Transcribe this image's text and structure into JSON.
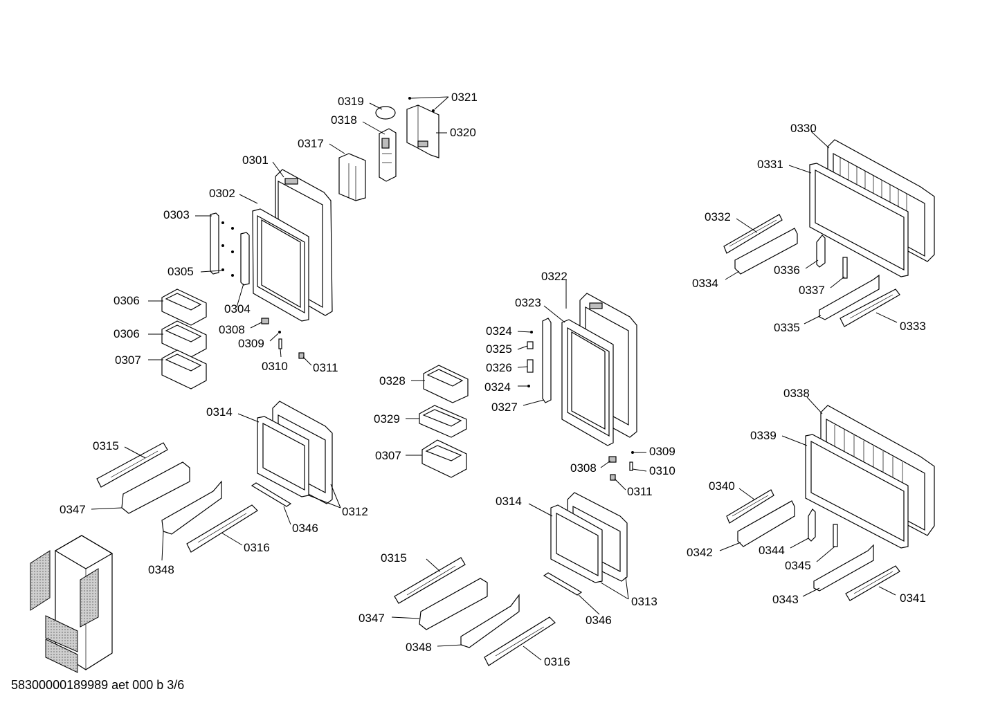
{
  "footer_text": "58300000189989 aet 000 b 3/6",
  "labels": {
    "l0319": "0319",
    "l0321": "0321",
    "l0318": "0318",
    "l0320": "0320",
    "l0317": "0317",
    "l0301": "0301",
    "l0302": "0302",
    "l0303": "0303",
    "l0305": "0305",
    "l0304": "0304",
    "l0306a": "0306",
    "l0306b": "0306",
    "l0307a": "0307",
    "l0308a": "0308",
    "l0309a": "0309",
    "l0310a": "0310",
    "l0311a": "0311",
    "l0314a": "0314",
    "l0315a": "0315",
    "l0347a": "0347",
    "l0348a": "0348",
    "l0316a": "0316",
    "l0346a": "0346",
    "l0312": "0312",
    "l0322": "0322",
    "l0323": "0323",
    "l0324a": "0324",
    "l0325": "0325",
    "l0326": "0326",
    "l0324b": "0324",
    "l0327": "0327",
    "l0328": "0328",
    "l0329": "0329",
    "l0307b": "0307",
    "l0309b": "0309",
    "l0308b": "0308",
    "l0310b": "0310",
    "l0311b": "0311",
    "l0314b": "0314",
    "l0315b": "0315",
    "l0347b": "0347",
    "l0348b": "0348",
    "l0316b": "0316",
    "l0346b": "0346",
    "l0313": "0313",
    "l0330": "0330",
    "l0331": "0331",
    "l0332": "0332",
    "l0334": "0334",
    "l0336": "0336",
    "l0337": "0337",
    "l0335": "0335",
    "l0333": "0333",
    "l0338": "0338",
    "l0339": "0339",
    "l0340": "0340",
    "l0342": "0342",
    "l0344": "0344",
    "l0345": "0345",
    "l0343": "0343",
    "l0341": "0341"
  }
}
